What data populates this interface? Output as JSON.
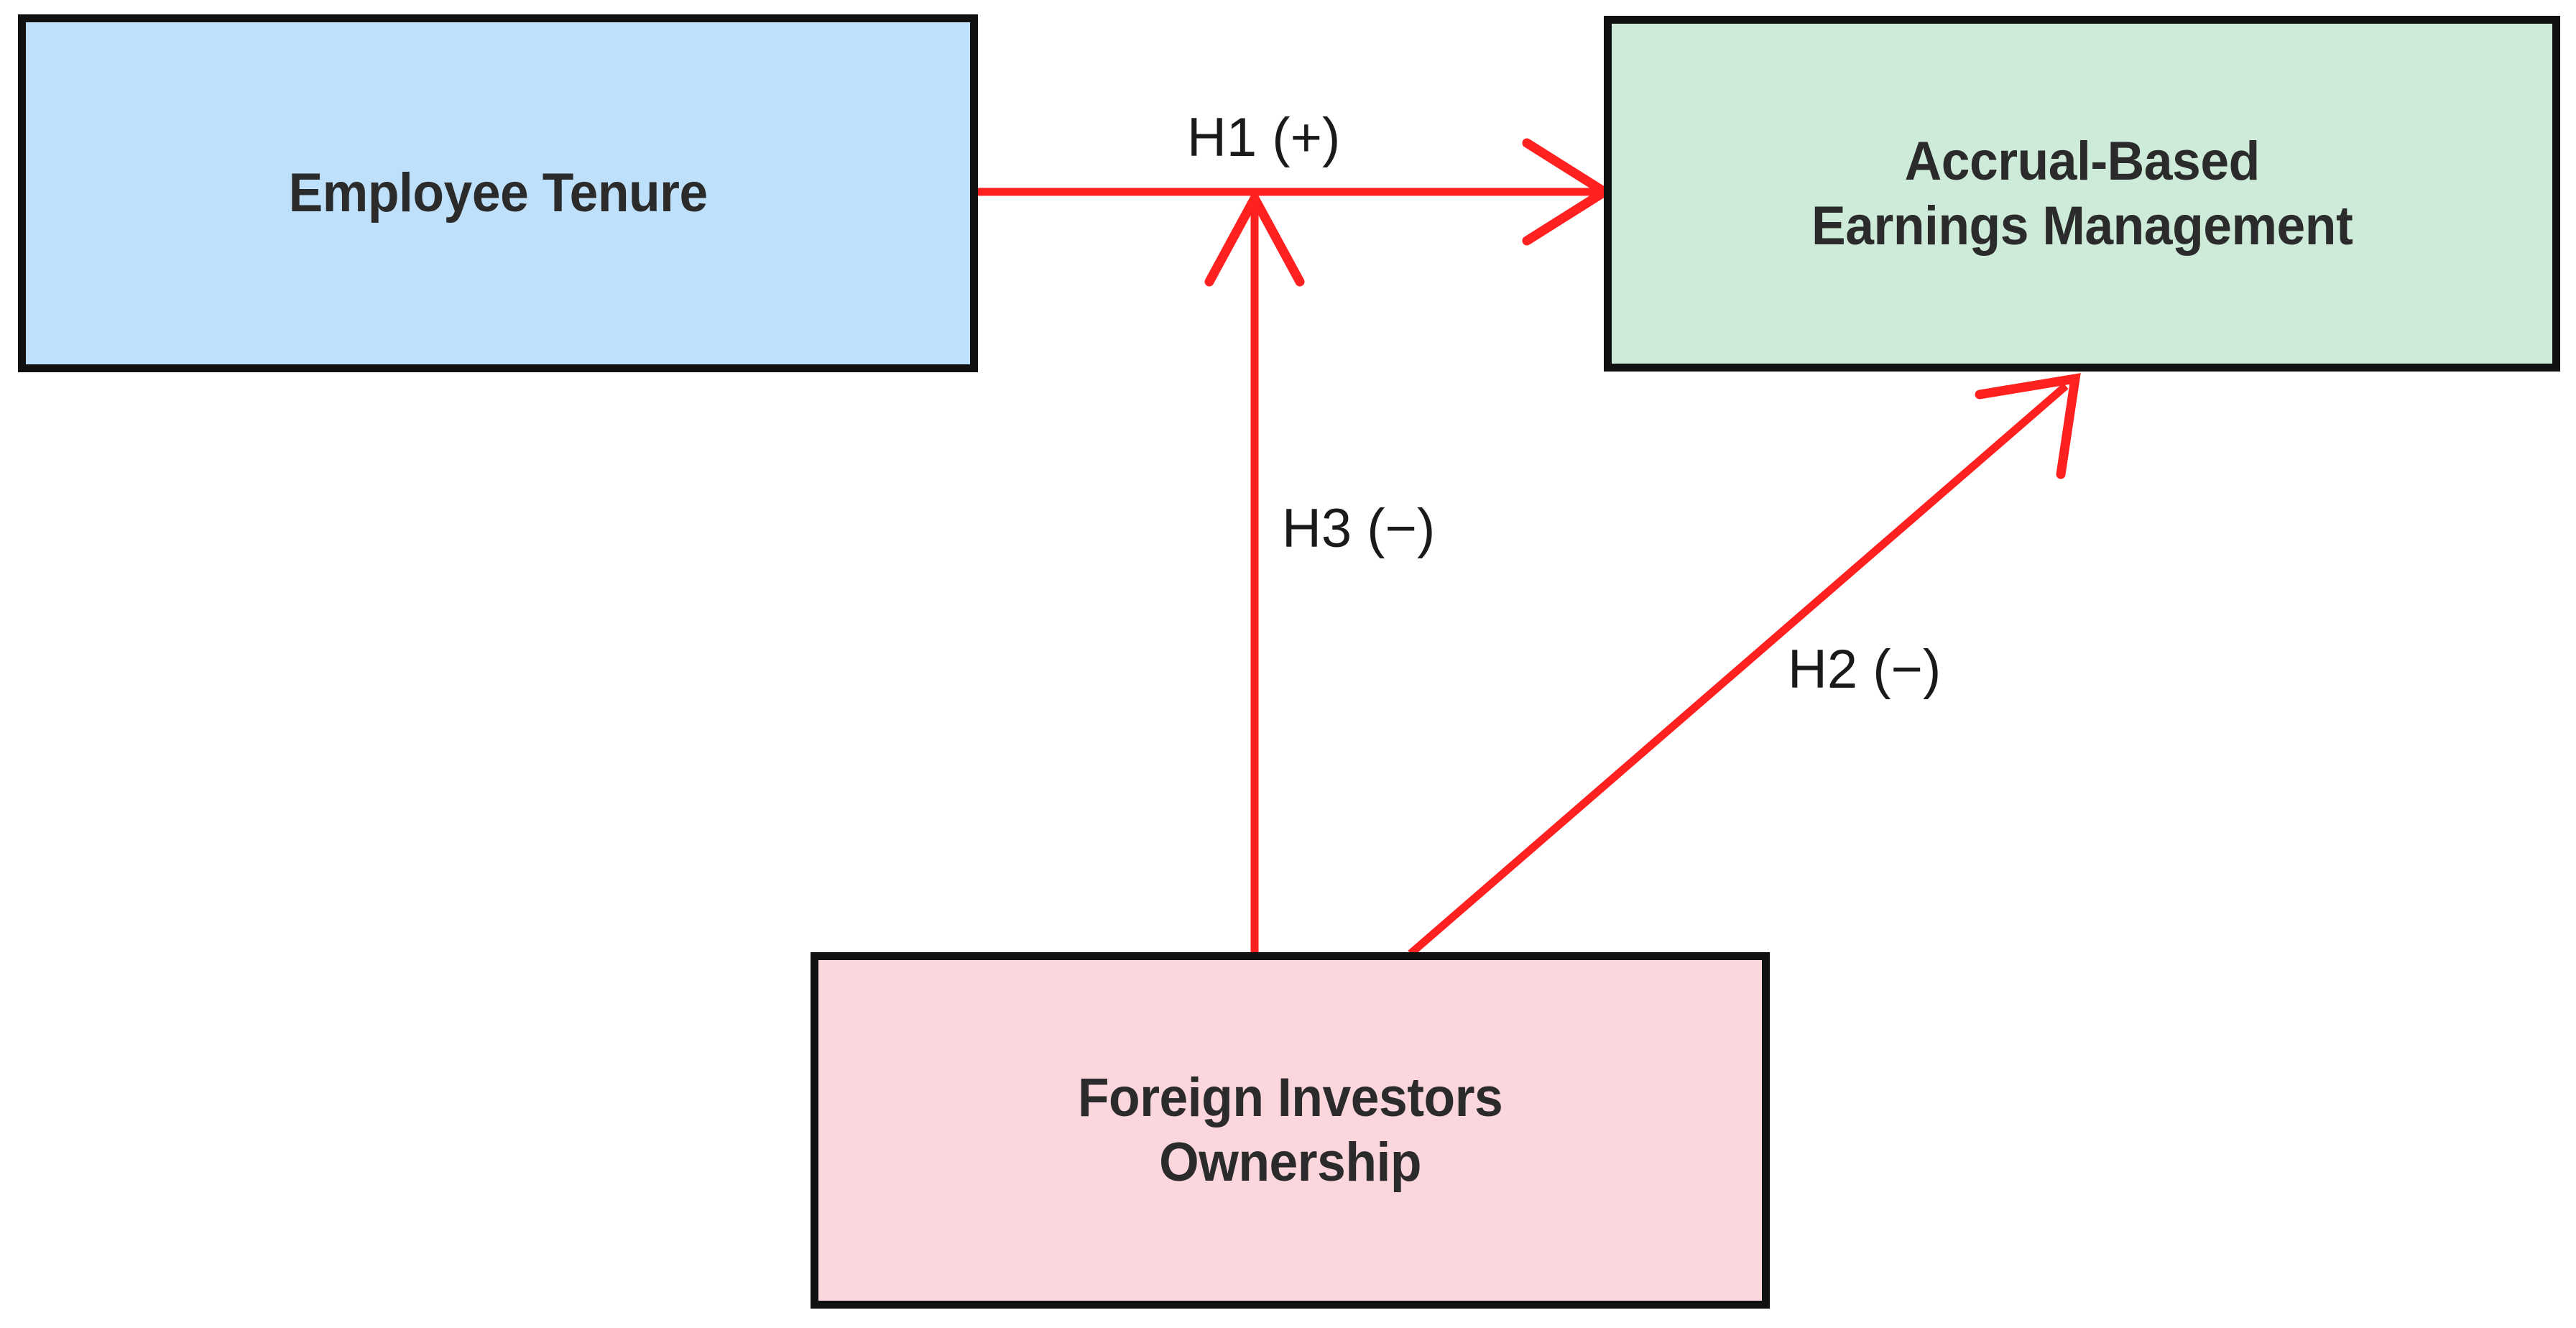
{
  "diagram": {
    "type": "conceptual-research-model",
    "background_color": "#ffffff",
    "arrow_color": "#ff2020",
    "border_color": "#111111",
    "text_color": "#2b2b2b",
    "nodes": [
      {
        "id": "employee-tenure",
        "label": "Employee Tenure",
        "role": "independent-variable",
        "fill": "#bfe0fa",
        "position": "top-left"
      },
      {
        "id": "accrual-earnings-management",
        "label": "Accrual-Based\nEarnings Management",
        "role": "dependent-variable",
        "fill": "#cdebd8",
        "position": "top-right"
      },
      {
        "id": "foreign-investors-ownership",
        "label": "Foreign Investors\nOwnership",
        "role": "moderating-variable",
        "fill": "#fbd7dd",
        "position": "bottom-center"
      }
    ],
    "edges": [
      {
        "id": "h1",
        "label": "H1 (+)",
        "hypothesis": "H1",
        "sign": "+",
        "from": "employee-tenure",
        "to": "accrual-earnings-management",
        "kind": "direct-effect",
        "color": "#ff2020"
      },
      {
        "id": "h2",
        "label": "H2 (−)",
        "hypothesis": "H2",
        "sign": "−",
        "from": "foreign-investors-ownership",
        "to": "accrual-earnings-management",
        "kind": "direct-effect",
        "color": "#ff2020"
      },
      {
        "id": "h3",
        "label": "H3 (−)",
        "hypothesis": "H3",
        "sign": "−",
        "from": "foreign-investors-ownership",
        "to": "h1-path",
        "kind": "moderating-effect",
        "color": "#ff2020"
      }
    ]
  }
}
